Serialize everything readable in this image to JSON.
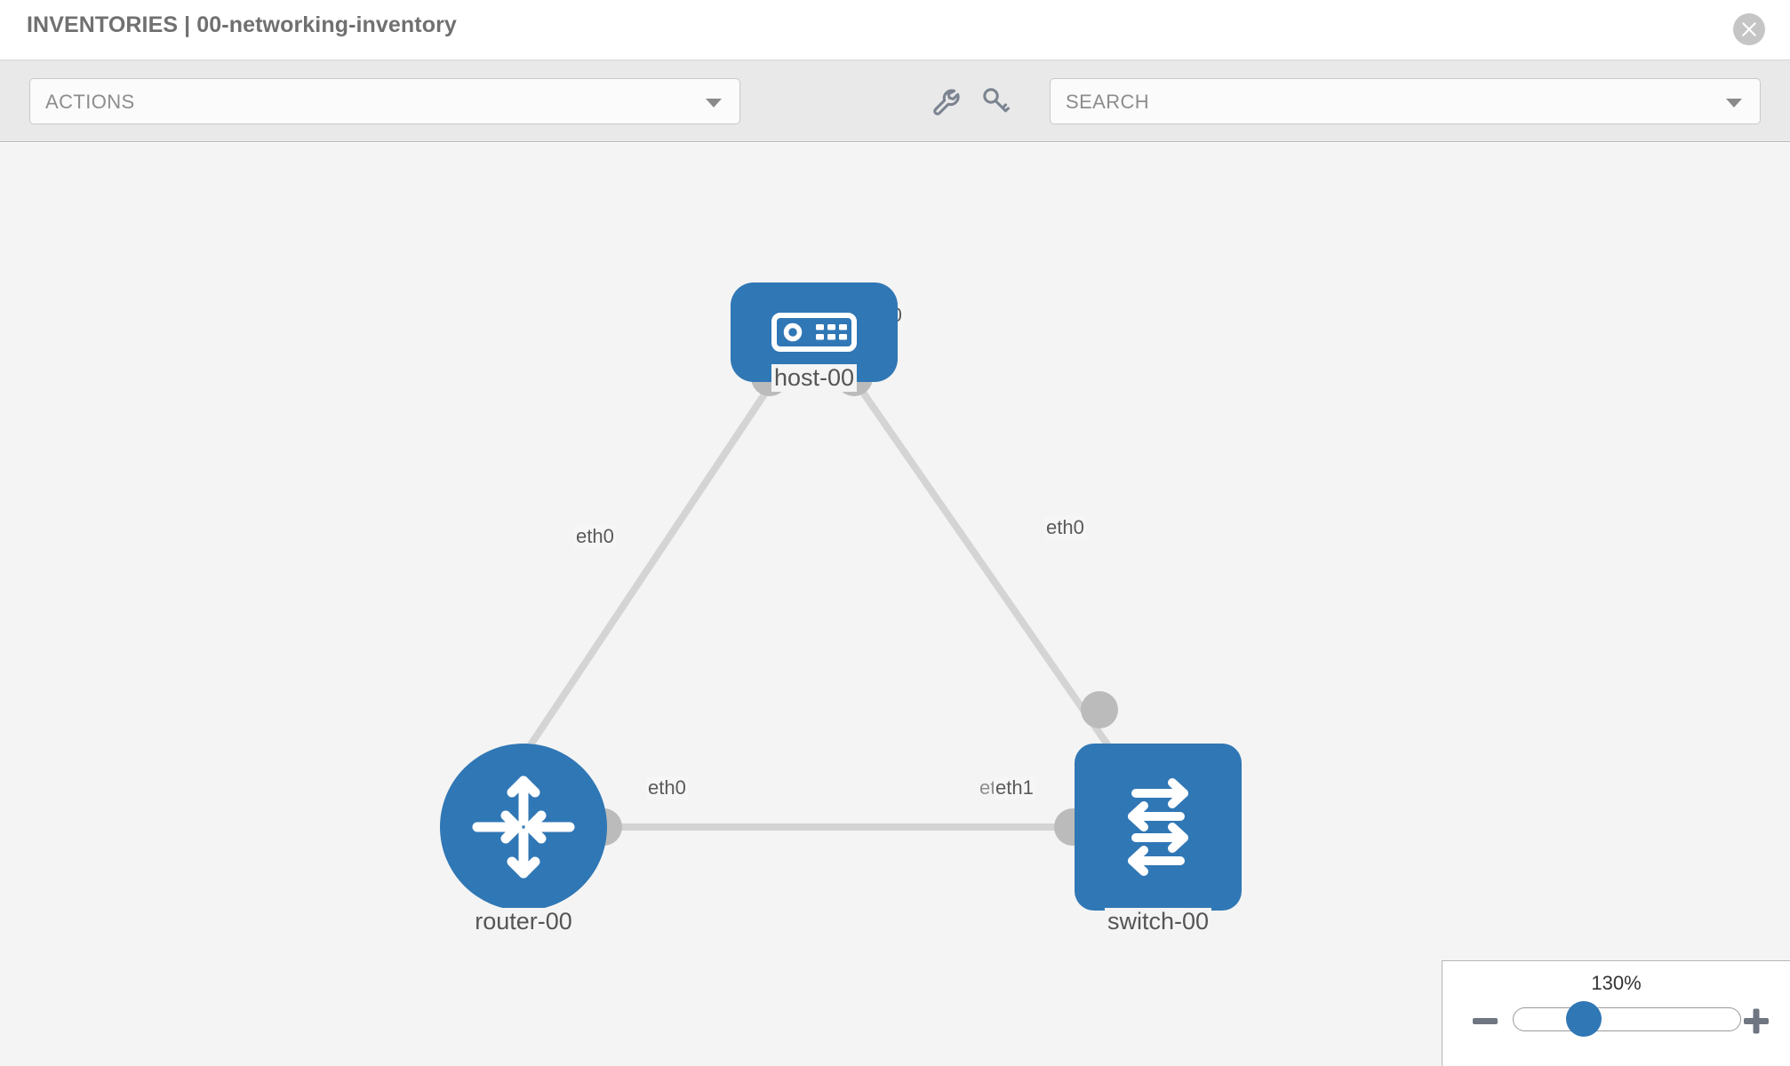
{
  "header": {
    "title": "INVENTORIES | 00-networking-inventory",
    "close_icon": "close-circle-icon"
  },
  "toolbar": {
    "actions_label": "ACTIONS",
    "actions_caret_icon": "chevron-down-icon",
    "wrench_icon": "wrench-icon",
    "key_icon": "key-icon",
    "search_placeholder": "SEARCH",
    "search_value": "",
    "search_caret_icon": "chevron-down-icon"
  },
  "topology": {
    "accent_color": "#3077b5",
    "link_color": "#d4d4d4",
    "nub_color": "#bbbbbb",
    "canvas_bg": "#f4f4f4",
    "nodes": [
      {
        "id": "host-00",
        "label": "host-00",
        "icon": "server-icon",
        "shape": "rounded-rect"
      },
      {
        "id": "router-00",
        "label": "router-00",
        "icon": "router-arrows-icon",
        "shape": "circle"
      },
      {
        "id": "switch-00",
        "label": "switch-00",
        "icon": "switch-arrows-icon",
        "shape": "rounded-square"
      }
    ],
    "links": [
      {
        "from": "host-00",
        "to": "router-00",
        "from_iface": "eth0",
        "to_iface": "eth0"
      },
      {
        "from": "host-00",
        "to": "switch-00",
        "from_iface": "eth0",
        "to_iface": "eth0"
      },
      {
        "from": "router-00",
        "to": "switch-00",
        "from_iface": "eth0",
        "to_iface": "eth1"
      }
    ],
    "interface_labels": {
      "host_left": "eth0",
      "host_right": "eth0",
      "router_up": "eth0",
      "switch_up": "eth0",
      "router_right": "eth0",
      "switch_left_behind": "eth",
      "switch_left": "eth1"
    }
  },
  "zoom_control": {
    "value_label": "130%",
    "minus_icon": "minus-icon",
    "plus_icon": "plus-icon",
    "slider_percent": 130
  }
}
